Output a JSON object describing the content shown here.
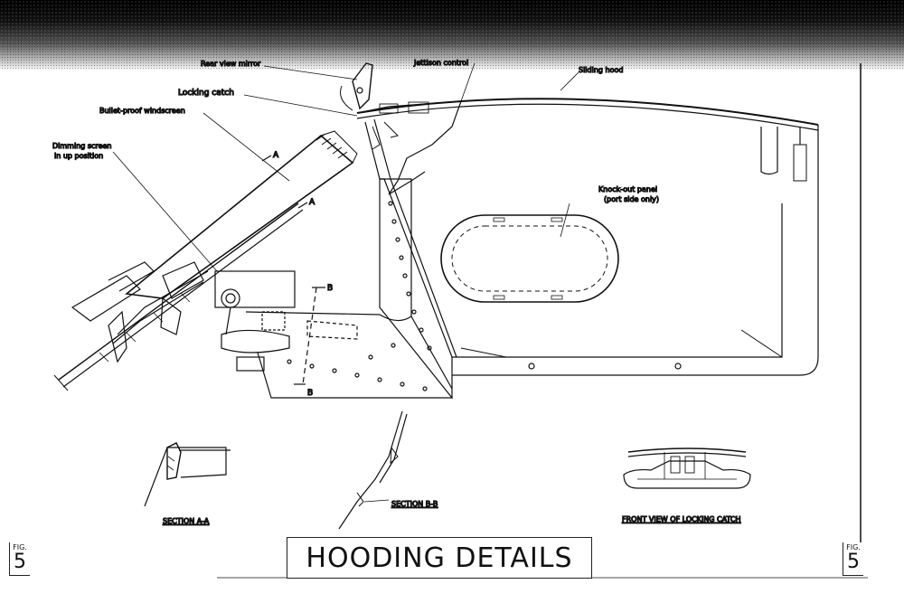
{
  "labels": {
    "rear_view_mirror": "Rear view mirror",
    "jettison_control": "Jettison control",
    "sliding_hood": "Sliding hood",
    "locking_catch": "Locking catch",
    "bulletproof_windscreen": "Bullet-proof windscreen",
    "dimming_screen_1": "Dimming screen",
    "dimming_screen_2": "in up position",
    "knockout_panel_1": "Knock-out panel",
    "knockout_panel_2": "(port side only)",
    "section_marker_a": "A",
    "section_marker_b": "B"
  },
  "captions": {
    "section_aa": "SECTION A-A",
    "section_bb": "SECTION B-B",
    "front_view": "FRONT VIEW OF LOCKING CATCH"
  },
  "title": "HOODING DETAILS",
  "fig": {
    "word": "FIG.",
    "number": "5"
  },
  "colors": {
    "ink": "#111111",
    "paper": "#ffffff"
  }
}
